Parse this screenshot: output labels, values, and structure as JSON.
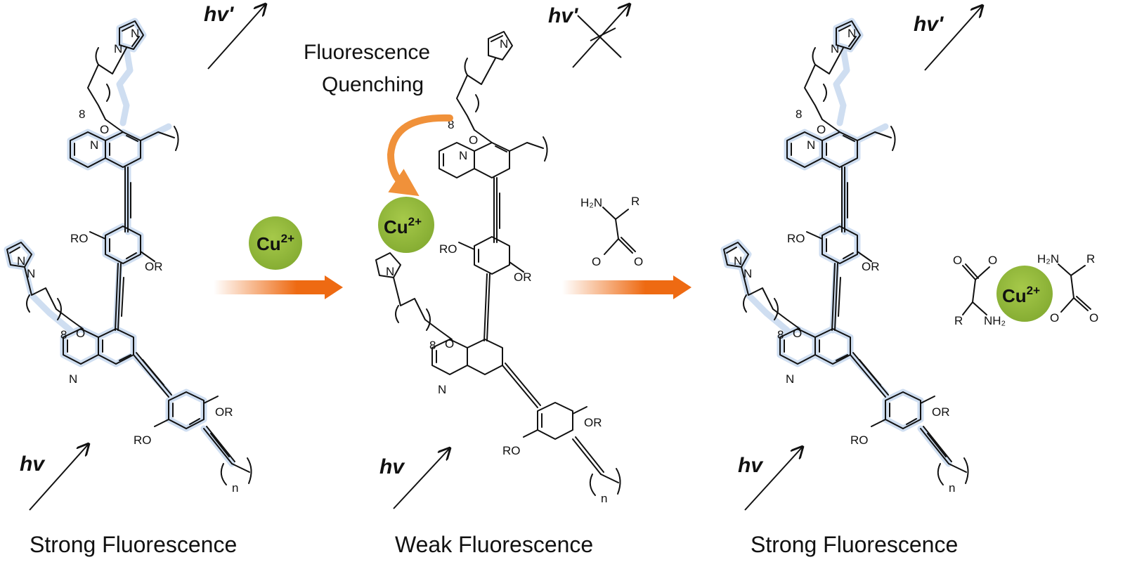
{
  "panels": [
    {
      "caption": "Strong Fluorescence",
      "excitation": "hv",
      "emission": "hv'",
      "quenched": false
    },
    {
      "caption": "Weak Fluorescence",
      "excitation": "hv",
      "emission": "hv'",
      "quenched": true
    },
    {
      "caption": "Strong Fluorescence",
      "excitation": "hv",
      "emission": "hv'",
      "quenched": false
    }
  ],
  "quench_label": {
    "line1": "Fluorescence",
    "line2": "Quenching"
  },
  "ion": {
    "base": "Cu",
    "charge": "2+"
  },
  "atoms": {
    "N": "N",
    "O": "O",
    "OR": "OR",
    "RO": "RO",
    "repeat": "n",
    "chain": "8",
    "H2N": "H₂N",
    "NH2": "NH₂",
    "R": "R"
  },
  "colors": {
    "ion_fill": "#8fb43a",
    "arrow": "#ee6a12",
    "quench_arrow": "#f0913a",
    "glow": "#a9c4e6"
  }
}
